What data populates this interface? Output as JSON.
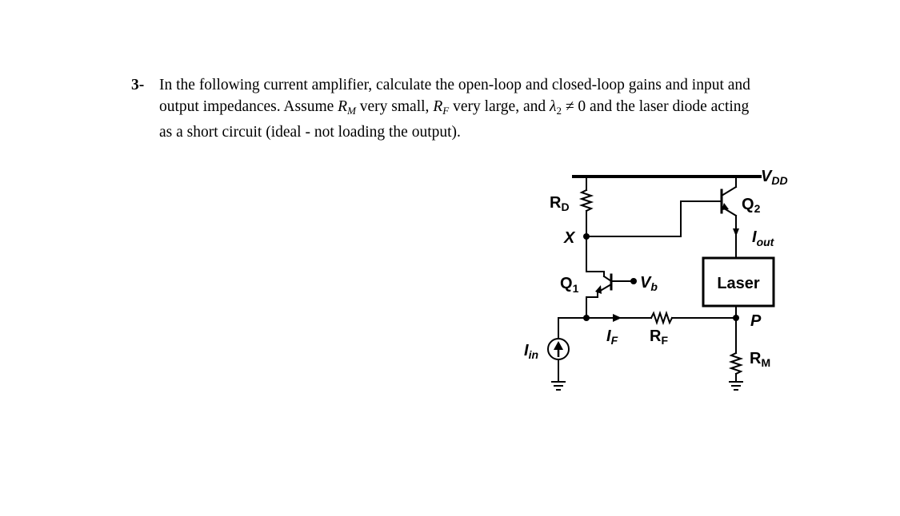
{
  "problem": {
    "number": "3-",
    "line1": "In the following current amplifier, calculate the open-loop and closed-loop gains and input and",
    "line2_a": "output impedances. Assume ",
    "line2_rm": "R",
    "line2_rm_sub": "M",
    "line2_b": " very small, ",
    "line2_rf": "R",
    "line2_rf_sub": "F",
    "line2_c": " very large, and ",
    "line2_lambda": "λ",
    "line2_lambda_sub": "2",
    "line2_d": " ≠ 0 and the laser diode acting",
    "line3": "as a short circuit (ideal - not loading the output)."
  },
  "circuit": {
    "vdd": "V",
    "vdd_sub": "DD",
    "q2": "Q",
    "q2_sub": "2",
    "rd": "R",
    "rd_sub": "D",
    "x": "X",
    "iout": "I",
    "iout_sub": "out",
    "q1": "Q",
    "q1_sub": "1",
    "vb": "V",
    "vb_sub": "b",
    "laser": "Laser",
    "p": "P",
    "if": "I",
    "if_sub": "F",
    "rf": "R",
    "rf_sub": "F",
    "iin": "I",
    "iin_sub": "in",
    "rm": "R",
    "rm_sub": "M"
  }
}
